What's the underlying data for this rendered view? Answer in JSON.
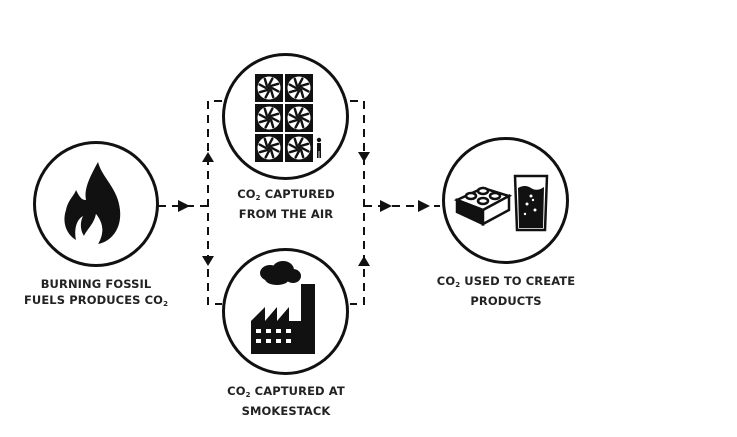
{
  "diagram": {
    "nodes": [
      {
        "id": "source",
        "icon": "fire-icon",
        "label_line1": "BURNING FOSSIL",
        "label_line2_pre": "FUELS PRODUCES CO",
        "label_line2_sub": "2",
        "label_line2_post": ""
      },
      {
        "id": "air",
        "icon": "fans-icon",
        "label_line1_pre": "CO",
        "label_line1_sub": "2",
        "label_line1_post": " CAPTURED",
        "label_line2": "FROM THE AIR"
      },
      {
        "id": "smokestack",
        "icon": "factory-icon",
        "label_line1_pre": "CO",
        "label_line1_sub": "2",
        "label_line1_post": " CAPTURED AT",
        "label_line2": "SMOKESTACK"
      },
      {
        "id": "products",
        "icon": "products-icon",
        "label_line1_pre": "CO",
        "label_line1_sub": "2",
        "label_line1_post": " USED TO CREATE",
        "label_line2": "PRODUCTS"
      }
    ],
    "edges": [
      {
        "from": "source",
        "to": "air"
      },
      {
        "from": "source",
        "to": "smokestack"
      },
      {
        "from": "air",
        "to": "products"
      },
      {
        "from": "smokestack",
        "to": "products"
      }
    ],
    "colors": {
      "stroke": "#111111",
      "background": "#ffffff",
      "text": "#222222"
    }
  }
}
